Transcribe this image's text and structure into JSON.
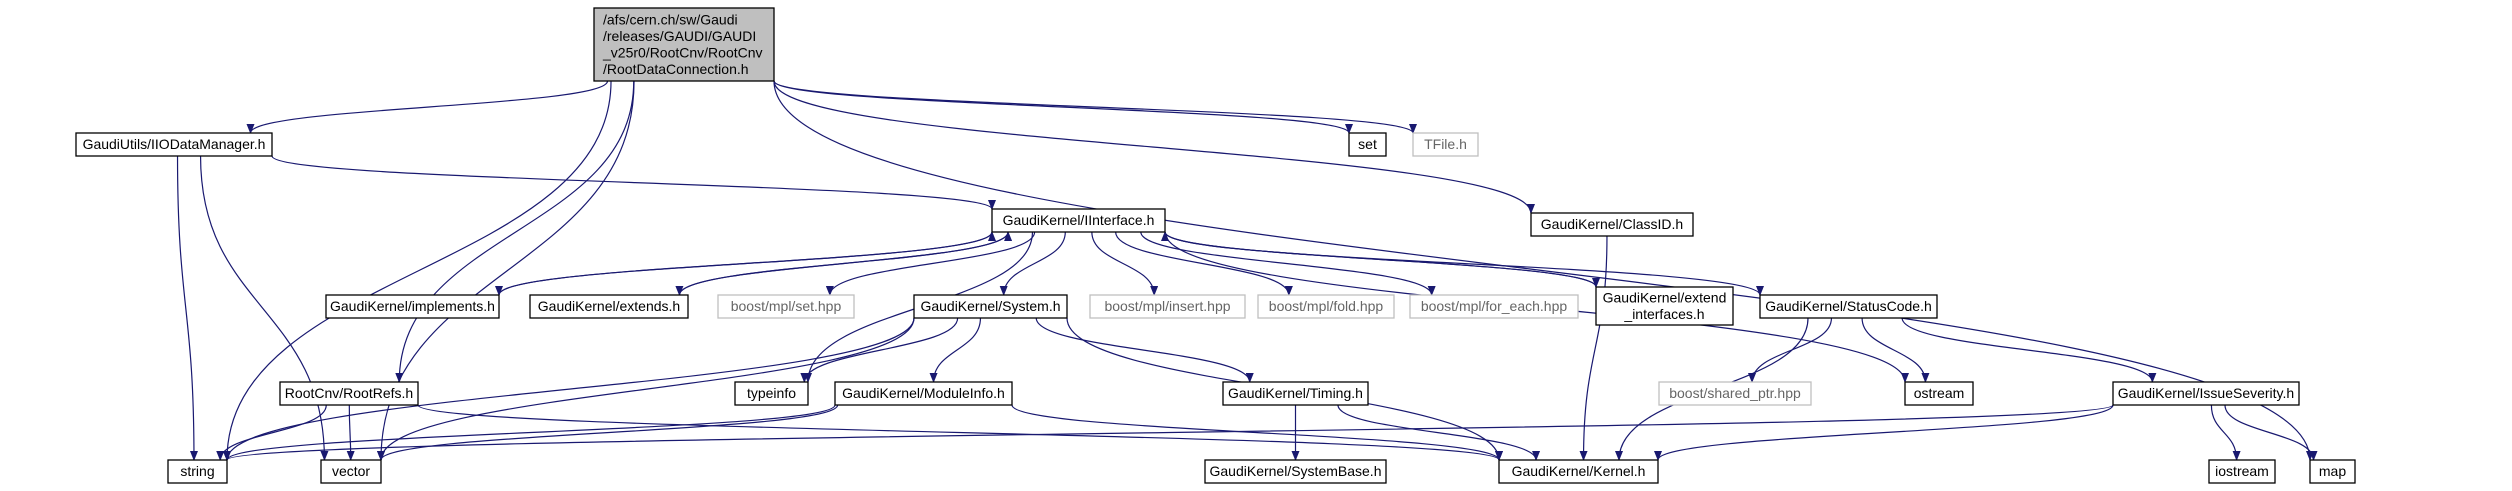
{
  "nodes": [
    {
      "id": "root",
      "lines": [
        "/afs/cern.ch/sw/Gaudi",
        "/releases/GAUDI/GAUDI",
        "_v25r0/RootCnv/RootCnv",
        "/RootDataConnection.h"
      ],
      "kind": "root"
    },
    {
      "id": "iodm",
      "lines": [
        "GaudiUtils/IIODataManager.h"
      ],
      "kind": "doc"
    },
    {
      "id": "iiface",
      "lines": [
        "GaudiKernel/IInterface.h"
      ],
      "kind": "doc"
    },
    {
      "id": "classid",
      "lines": [
        "GaudiKernel/ClassID.h"
      ],
      "kind": "doc"
    },
    {
      "id": "set",
      "lines": [
        "set"
      ],
      "kind": "doc"
    },
    {
      "id": "tfile",
      "lines": [
        "TFile.h"
      ],
      "kind": "ext"
    },
    {
      "id": "implements",
      "lines": [
        "GaudiKernel/implements.h"
      ],
      "kind": "doc"
    },
    {
      "id": "extends",
      "lines": [
        "GaudiKernel/extends.h"
      ],
      "kind": "doc"
    },
    {
      "id": "mplset",
      "lines": [
        "boost/mpl/set.hpp"
      ],
      "kind": "ext"
    },
    {
      "id": "system",
      "lines": [
        "GaudiKernel/System.h"
      ],
      "kind": "doc"
    },
    {
      "id": "mplinsert",
      "lines": [
        "boost/mpl/insert.hpp"
      ],
      "kind": "ext"
    },
    {
      "id": "mplfold",
      "lines": [
        "boost/mpl/fold.hpp"
      ],
      "kind": "ext"
    },
    {
      "id": "mplforeach",
      "lines": [
        "boost/mpl/for_each.hpp"
      ],
      "kind": "ext"
    },
    {
      "id": "extendifs",
      "lines": [
        "GaudiKernel/extend",
        "_interfaces.h"
      ],
      "kind": "doc"
    },
    {
      "id": "statuscode",
      "lines": [
        "GaudiKernel/StatusCode.h"
      ],
      "kind": "doc"
    },
    {
      "id": "rootrefs",
      "lines": [
        "RootCnv/RootRefs.h"
      ],
      "kind": "doc"
    },
    {
      "id": "typeinfo",
      "lines": [
        "typeinfo"
      ],
      "kind": "doc"
    },
    {
      "id": "moduleinfo",
      "lines": [
        "GaudiKernel/ModuleInfo.h"
      ],
      "kind": "doc"
    },
    {
      "id": "timing",
      "lines": [
        "GaudiKernel/Timing.h"
      ],
      "kind": "doc"
    },
    {
      "id": "sharedptr",
      "lines": [
        "boost/shared_ptr.hpp"
      ],
      "kind": "ext"
    },
    {
      "id": "ostream",
      "lines": [
        "ostream"
      ],
      "kind": "doc"
    },
    {
      "id": "severity",
      "lines": [
        "GaudiKernel/IssueSeverity.h"
      ],
      "kind": "doc"
    },
    {
      "id": "string",
      "lines": [
        "string"
      ],
      "kind": "doc"
    },
    {
      "id": "vector",
      "lines": [
        "vector"
      ],
      "kind": "doc"
    },
    {
      "id": "systembase",
      "lines": [
        "GaudiKernel/SystemBase.h"
      ],
      "kind": "doc"
    },
    {
      "id": "kernel",
      "lines": [
        "GaudiKernel/Kernel.h"
      ],
      "kind": "doc"
    },
    {
      "id": "iostream",
      "lines": [
        "iostream"
      ],
      "kind": "doc"
    },
    {
      "id": "map",
      "lines": [
        "map"
      ],
      "kind": "doc"
    }
  ],
  "edges": [
    [
      "root",
      "iodm"
    ],
    [
      "root",
      "string"
    ],
    [
      "root",
      "vector"
    ],
    [
      "root",
      "rootrefs"
    ],
    [
      "root",
      "classid"
    ],
    [
      "root",
      "set"
    ],
    [
      "root",
      "tfile"
    ],
    [
      "root",
      "map"
    ],
    [
      "iodm",
      "iiface"
    ],
    [
      "iodm",
      "string"
    ],
    [
      "iodm",
      "vector"
    ],
    [
      "iiface",
      "implements"
    ],
    [
      "iiface",
      "extends"
    ],
    [
      "iiface",
      "mplset"
    ],
    [
      "iiface",
      "system"
    ],
    [
      "iiface",
      "mplinsert"
    ],
    [
      "iiface",
      "mplfold"
    ],
    [
      "iiface",
      "mplforeach"
    ],
    [
      "iiface",
      "extendifs"
    ],
    [
      "iiface",
      "statuscode"
    ],
    [
      "iiface",
      "typeinfo"
    ],
    [
      "iiface",
      "ostream"
    ],
    [
      "implements",
      "iiface"
    ],
    [
      "extends",
      "iiface"
    ],
    [
      "extendifs",
      "iiface"
    ],
    [
      "classid",
      "kernel"
    ],
    [
      "system",
      "typeinfo"
    ],
    [
      "system",
      "moduleinfo"
    ],
    [
      "system",
      "timing"
    ],
    [
      "system",
      "string"
    ],
    [
      "system",
      "vector"
    ],
    [
      "system",
      "kernel"
    ],
    [
      "statuscode",
      "sharedptr"
    ],
    [
      "statuscode",
      "ostream"
    ],
    [
      "statuscode",
      "severity"
    ],
    [
      "statuscode",
      "kernel"
    ],
    [
      "rootrefs",
      "string"
    ],
    [
      "rootrefs",
      "vector"
    ],
    [
      "rootrefs",
      "kernel"
    ],
    [
      "moduleinfo",
      "vector"
    ],
    [
      "moduleinfo",
      "string"
    ],
    [
      "moduleinfo",
      "kernel"
    ],
    [
      "timing",
      "systembase"
    ],
    [
      "timing",
      "kernel"
    ],
    [
      "severity",
      "string"
    ],
    [
      "severity",
      "iostream"
    ],
    [
      "severity",
      "map"
    ],
    [
      "severity",
      "kernel"
    ]
  ],
  "colors": {
    "edge": "#191970",
    "root_fill": "#bfbfbf",
    "ext_border": "#bfbfbf",
    "ext_text": "#666666"
  }
}
